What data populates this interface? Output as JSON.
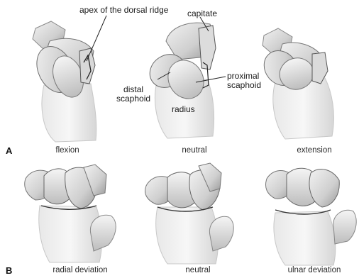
{
  "panel_a": {
    "letter": "A",
    "labels": {
      "apex": "apex of the dorsal ridge",
      "capitate": "capitate",
      "proximal_scaphoid": "proximal\nscaphoid",
      "distal_scaphoid": "distal\nscaphoid",
      "radius": "radius"
    },
    "captions": [
      "flexion",
      "neutral",
      "extension"
    ]
  },
  "panel_b": {
    "letter": "B",
    "captions": [
      "radial deviation",
      "neutral",
      "ulnar deviation"
    ]
  }
}
